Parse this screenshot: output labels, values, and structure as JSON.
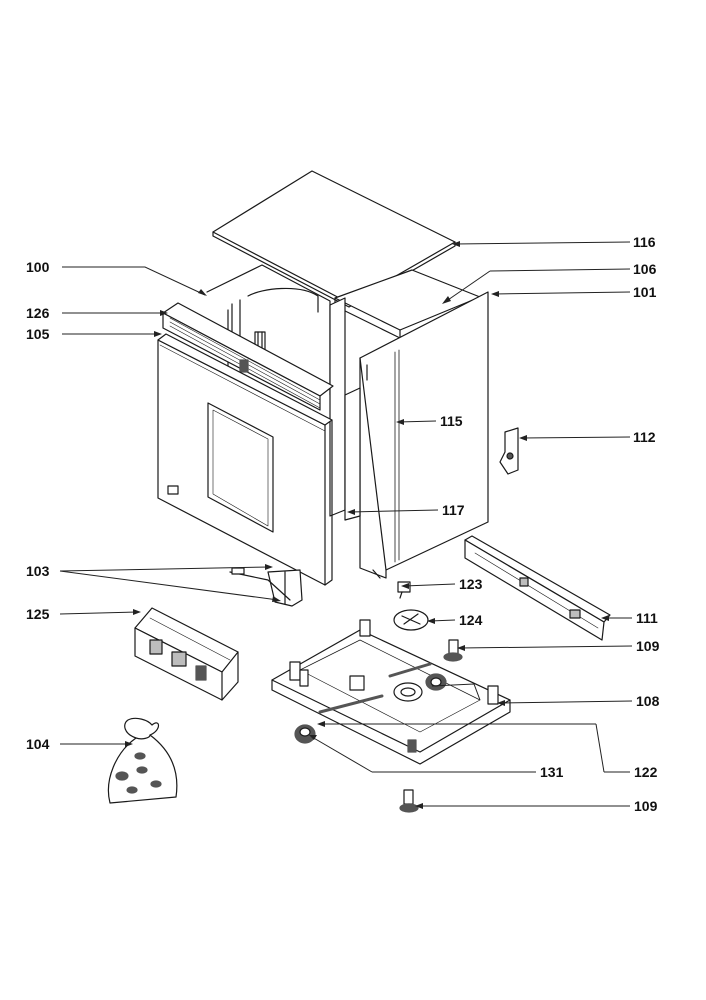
{
  "diagram": {
    "colors": {
      "ink": "#1a1a1a",
      "line": "#222222",
      "fill": "#ffffff",
      "shade": "#bdbdbd",
      "dark": "#555555"
    },
    "labels": {
      "l100": "100",
      "l126": "126",
      "l105": "105",
      "l103": "103",
      "l125": "125",
      "l104": "104",
      "l116": "116",
      "l106": "106",
      "l101": "101",
      "l115": "115",
      "l112": "112",
      "l117": "117",
      "l123": "123",
      "l124": "124",
      "l111": "111",
      "l109a": "109",
      "l108": "108",
      "l131": "131",
      "l122": "122",
      "l109b": "109"
    }
  }
}
